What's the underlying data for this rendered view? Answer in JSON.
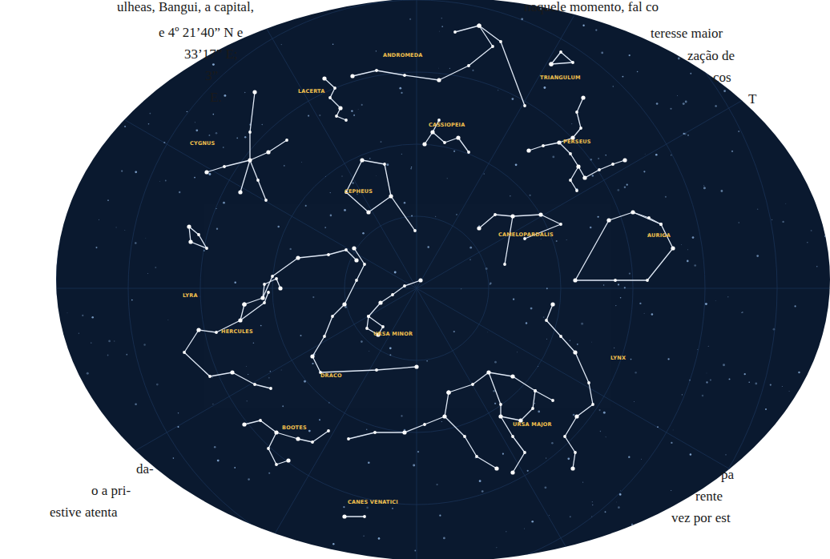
{
  "diagram": {
    "labels": [
      "ulheas, Bangui, a capital,",
      "e 4º 21’40” N e",
      "33’17” E;",
      "3”",
      "E.",
      "naquele momento, fal co",
      "teresse maior",
      "zação de",
      "cos",
      "T",
      "da-",
      "o a pri-",
      "estive atenta",
      "pa",
      "rente",
      "vez por est",
      "ANDROMEDA",
      "TRIANGULUM",
      "LACERTA",
      "CASSIOPEIA",
      "PERSEUS",
      "CYGNUS",
      "CEPHEUS",
      "CAMELOPARDALIS",
      "AURIGA",
      "LYRA",
      "URSA MINOR",
      "HERCULES",
      "DRACO",
      "LYNX",
      "BOOTES",
      "URSA MAJOR",
      "CANES VENATICI"
    ]
  }
}
